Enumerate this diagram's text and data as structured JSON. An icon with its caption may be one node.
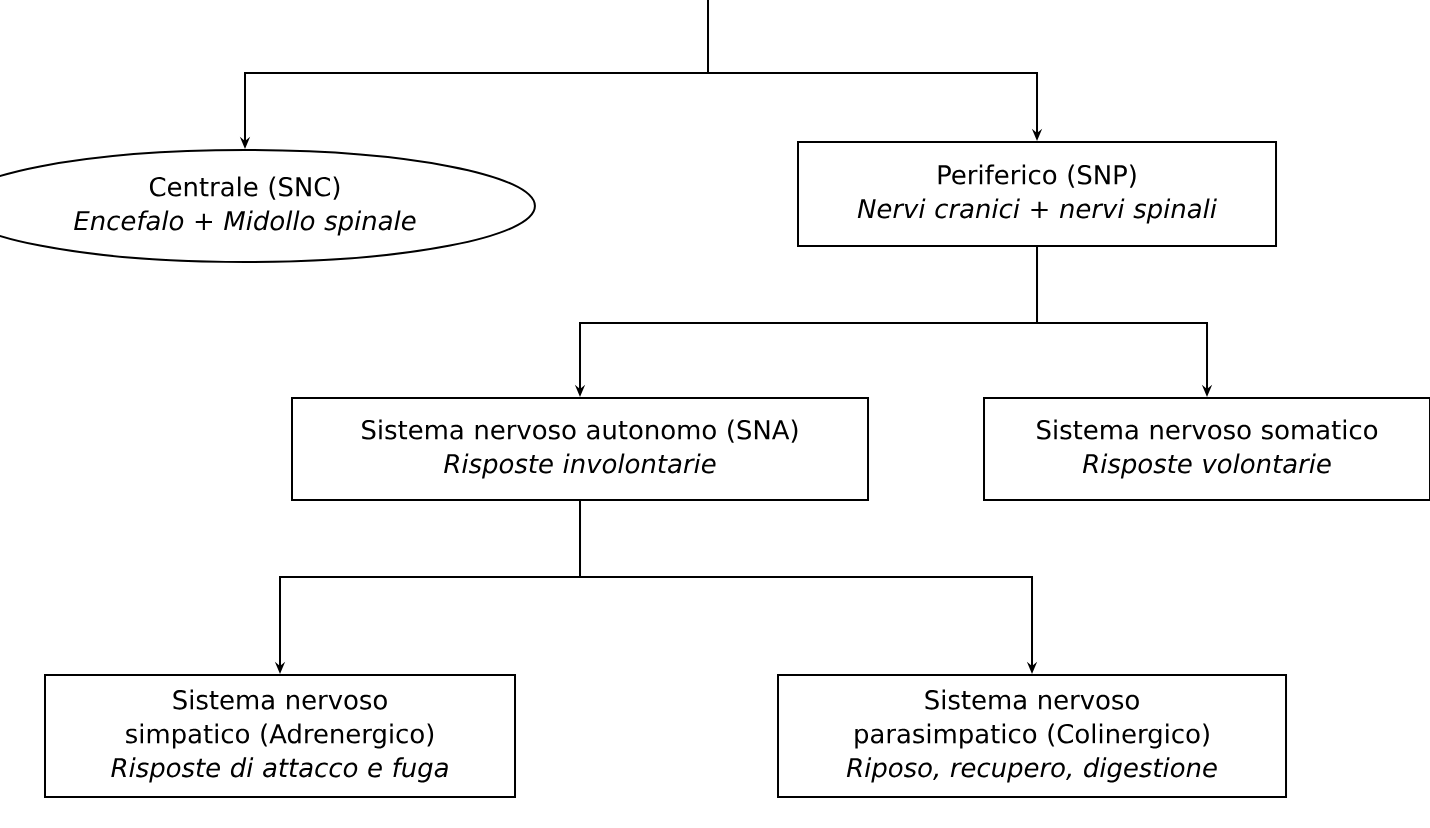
{
  "diagram": {
    "nodes": [
      {
        "text": [
          "Centrale (SNC)",
          "Encefalo + Midollo spinale"
        ]
      },
      {
        "text": [
          "Periferico (SNP)",
          "Nervi cranici + nervi spinali"
        ]
      },
      {
        "text": [
          "Sistema nervoso autonomo (SNA)",
          "Risposte involontarie"
        ]
      },
      {
        "text": [
          "Sistema nervoso somatico",
          "Risposte volontarie"
        ]
      },
      {
        "text": [
          "Sistema nervoso simpatico (Adrenergico)",
          "Risposte di attacco e fuga"
        ]
      },
      {
        "text": [
          "Sistema nervoso parasimpatico (Colinergico)",
          "Riposo, recupero, digestione"
        ]
      }
    ],
    "edges": [
      {
        "from": null,
        "to": 0,
        "arrow": "to"
      },
      {
        "from": null,
        "to": 1,
        "arrow": "to"
      },
      {
        "from": 1,
        "to": 2,
        "arrow": "to"
      },
      {
        "from": 1,
        "to": 3,
        "arrow": "to"
      },
      {
        "from": 2,
        "to": 4,
        "arrow": "to"
      },
      {
        "from": 2,
        "to": 5,
        "arrow": "to"
      }
    ]
  }
}
